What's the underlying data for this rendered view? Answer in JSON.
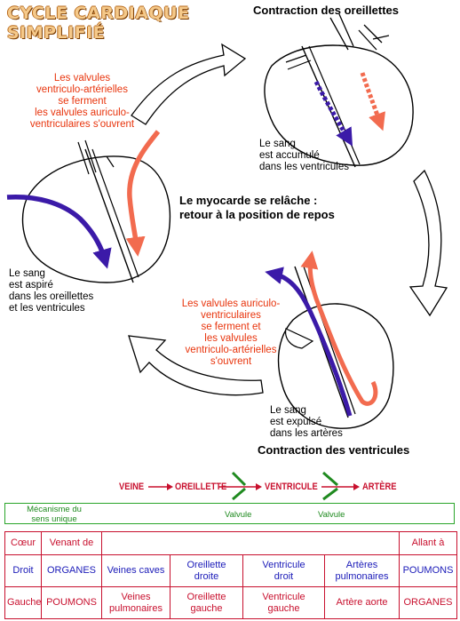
{
  "title": [
    "CYCLE CARDIAQUE",
    "SIMPLIFIÉ"
  ],
  "phases": {
    "atria": "Contraction des oreillettes",
    "relax": [
      "Le myocarde se relâche :",
      "retour à la position de repos"
    ],
    "ventricles": "Contraction des ventricules"
  },
  "notes": {
    "valves_open_av": [
      "Les valvules",
      "ventriculo-artérielles",
      "se ferment",
      "les valvules auriculo-",
      "ventriculaires s'ouvrent"
    ],
    "valves_open_va": [
      "Les valvules auriculo-",
      "ventriculaires",
      "se ferment et",
      "les valvules",
      "ventriculo-artérielles",
      "s'ouvrent"
    ],
    "blood_accum": [
      "Le sang",
      "est accumulé",
      "dans les ventricules"
    ],
    "blood_aspired": [
      "Le sang",
      "est aspiré",
      "dans les oreillettes",
      "et les ventricules"
    ],
    "blood_expelled": [
      "Le sang",
      "est expulsé",
      "dans les artères"
    ]
  },
  "flow": {
    "steps": [
      "VEINE",
      "OREILLETTE",
      "VENTRICULE",
      "ARTÈRE"
    ],
    "mechanism": [
      "Mécanisme du",
      "sens unique"
    ],
    "valve": "Valvule"
  },
  "table": {
    "headers": {
      "heart": "Cœur",
      "from": "Venant de",
      "to": "Allant à"
    },
    "rows": [
      {
        "side": "Droit",
        "from": "ORGANES",
        "vessel_in": "Veines caves",
        "atrium": [
          "Oreillette",
          "droite"
        ],
        "ventricle": [
          "Ventricule",
          "droit"
        ],
        "vessel_out": [
          "Artères",
          "pulmonaires"
        ],
        "to": "POUMONS"
      },
      {
        "side": "Gauche",
        "from": "POUMONS",
        "vessel_in": [
          "Veines",
          "pulmonaires"
        ],
        "atrium": [
          "Oreillette",
          "gauche"
        ],
        "ventricle": [
          "Ventricule",
          "gauche"
        ],
        "vessel_out": "Artère aorte",
        "to": "ORGANES"
      }
    ]
  },
  "colors": {
    "oxygen_poor": "#3b1aa8",
    "oxygen_rich": "#f26b4f",
    "labels": "#e8340c",
    "valve_green": "#1f8a1f",
    "table_red": "#c8102e"
  }
}
